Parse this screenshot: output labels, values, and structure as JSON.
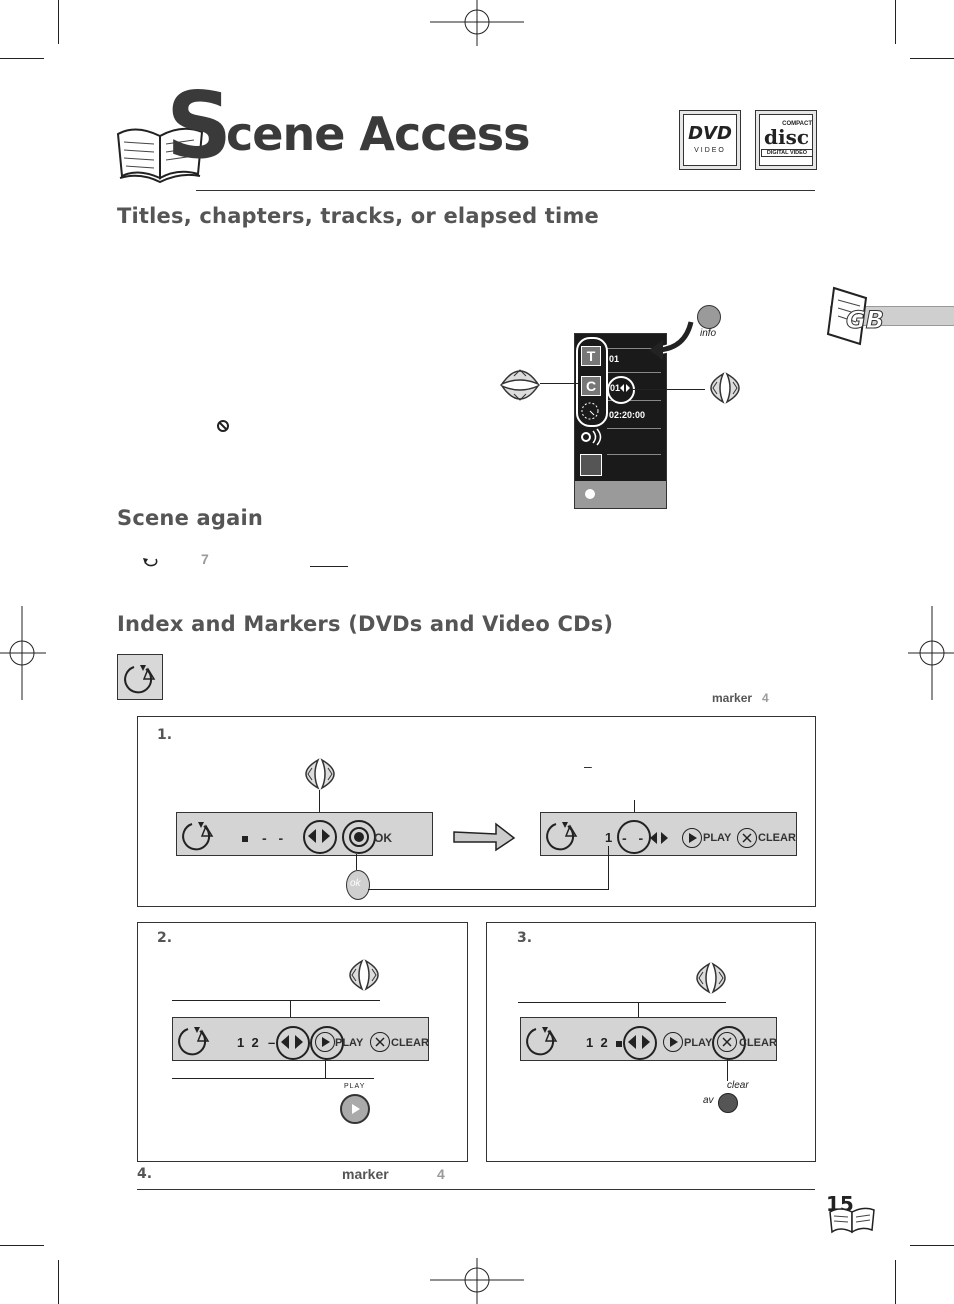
{
  "header": {
    "title_cap": "S",
    "title_rest": "cene Access",
    "dvd_logo": {
      "line1": "DVD",
      "line2": "VIDEO"
    },
    "cd_logo": {
      "line1": "COMPACT",
      "line2": "disc",
      "line3": "DIGITAL VIDEO"
    }
  },
  "side_tab": {
    "label": "GB"
  },
  "section1": {
    "heading": "Titles, chapters, tracks, or elapsed time",
    "osd": {
      "title_value": "01",
      "chapter_value": "01",
      "time_value": "02:20:00",
      "T": "T",
      "C": "C"
    },
    "info_label": "info"
  },
  "section2": {
    "heading": "Scene again",
    "key": "7"
  },
  "section3": {
    "heading": "Index and Markers (DVDs and Video CDs)",
    "marker_word": "marker",
    "marker_key": "4"
  },
  "step1": {
    "num": "1.",
    "left_bar": {
      "dashes": "- -",
      "ok": "OK"
    },
    "right_bar": {
      "num": "1",
      "dashes": "- -",
      "play": "PLAY",
      "clear": "CLEAR"
    },
    "ok_btn": "ok",
    "dash": "–"
  },
  "step2": {
    "num": "2.",
    "bar": {
      "nums": "1  2",
      "dash": "–",
      "play": "PLAY",
      "clear": "CLEAR"
    },
    "play_btn_label": "PLAY"
  },
  "step3": {
    "num": "3.",
    "bar": {
      "nums": "1  2",
      "play": "PLAY",
      "clear": "CLEAR"
    },
    "clear_label": "clear",
    "av_label": "av"
  },
  "step4": {
    "num": "4.",
    "marker_word": "marker",
    "marker_key": "4"
  },
  "footer": {
    "page_number": "15"
  }
}
